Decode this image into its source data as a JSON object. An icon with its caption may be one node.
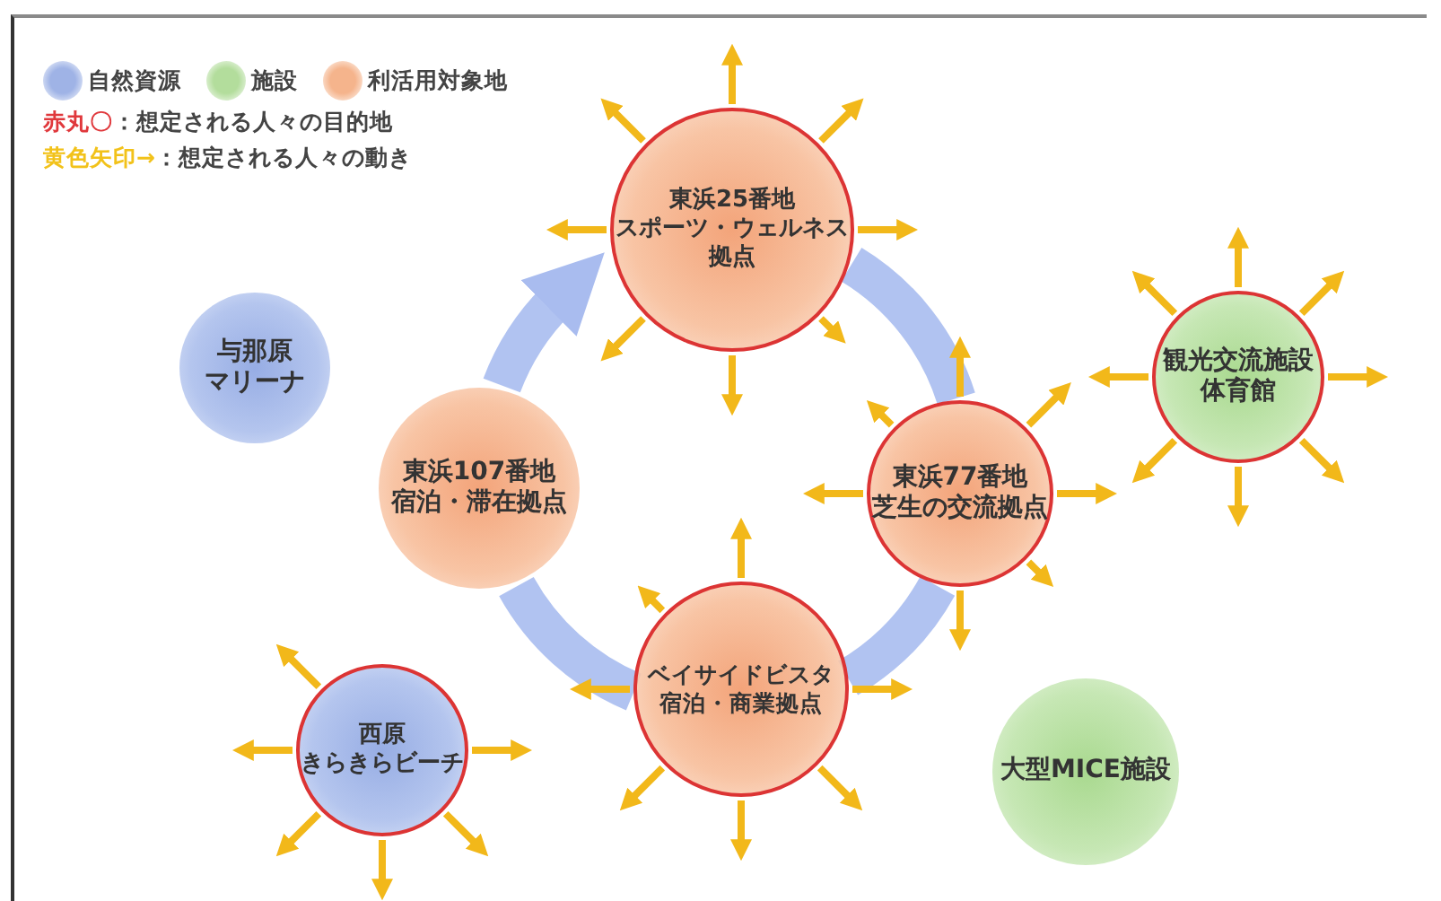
{
  "diagram": {
    "nodes": [
      {
        "text": [
          "東浜25番地",
          "スポーツ・ウェルネス拠点"
        ]
      },
      {
        "text": [
          "与那原マリーナ"
        ]
      },
      {
        "text": [
          "観光交流施設",
          "体育館"
        ]
      },
      {
        "text": [
          "東浜107番地",
          "宿泊・滞在拠点"
        ]
      },
      {
        "text": [
          "東浜77番地",
          "芝生の交流拠点"
        ]
      },
      {
        "text": [
          "ベイサイドビスタ",
          "宿泊・商業拠点"
        ]
      },
      {
        "text": [
          "西原きらきらビーチ"
        ]
      },
      {
        "text": [
          "大型MICE施設"
        ]
      }
    ],
    "edges": [
      {
        "from": 3,
        "to": 0,
        "arrow": "to"
      },
      {
        "from": 0,
        "to": 4,
        "arrow": "none"
      },
      {
        "from": 4,
        "to": 5,
        "arrow": "none"
      },
      {
        "from": 5,
        "to": 3,
        "arrow": "none"
      }
    ],
    "legend": [
      {
        "text": "自然資源",
        "color": "#9fb3e6"
      },
      {
        "text": "施設",
        "color": "#b3dd9c"
      },
      {
        "text": "利活用対象地",
        "color": "#f5b48c"
      },
      {
        "text": "赤丸〇：想定される人々の目的地",
        "color": "#e0383c"
      },
      {
        "text": "黄色矢印→：想定される人々の動き",
        "color": "#f2c21a"
      }
    ]
  }
}
